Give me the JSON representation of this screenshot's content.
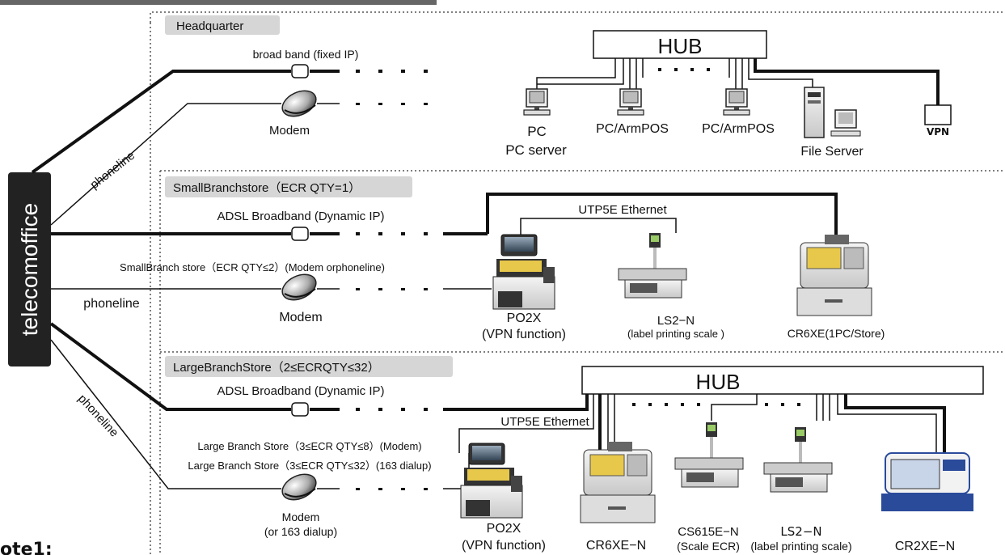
{
  "telecom": "telecomoffice",
  "headquarter": {
    "section_label": "Headquarter",
    "broadband_label": "broad band (fixed IP)",
    "modem_label": "Modem",
    "phoneline_label": "phoneline",
    "hub_label": "HUB",
    "pc_label": "PC",
    "pc_server_label": "PC server",
    "pos1_label": "PC/ArmPOS",
    "pos2_label": "PC/ArmPOS",
    "file_server_label": "File Server",
    "vpn_label": "VPN"
  },
  "small_branch": {
    "section_label": "SmallBranchstore（ECR QTY=1）",
    "adsl_label": "ADSL  Broadband (Dynamic IP)",
    "alt_label": "SmallBranch store（ECR QTY≤2）(Modem orphoneline)",
    "phoneline_label": "phoneline",
    "modem_label": "Modem",
    "utp_label": "UTP5E Ethernet",
    "po2x_label": "PO2X",
    "po2x_sub": "(VPN function)",
    "ls2_label": "LS2−N",
    "ls2_sub": "(label printing scale )",
    "cr6xe_label": "CR6XE(1PC/Store)"
  },
  "large_branch": {
    "section_label": "LargeBranchStore（2≤ECRQTY≤32）",
    "adsl_label": "ADSL  Broadband (Dynamic IP)",
    "phoneline_label": "phoneline",
    "alt_label_1": "Large Branch Store（3≤ECR QTY≤8）(Modem)",
    "alt_label_2": "Large Branch Store（3≤ECR QTY≤32）(163 dialup)",
    "modem_label": "Modem",
    "modem_sub": "(or 163 dialup)",
    "hub_label": "HUB",
    "utp_label": "UTP5E Ethernet",
    "po2x_label": "PO2X",
    "po2x_sub": "(VPN function)",
    "cr6xe_label": "CR6XE−N",
    "cs615_label": "CS615E−N",
    "cs615_sub": "(Scale ECR)",
    "ls2_label": "LS2−N",
    "ls2_sub": "(label printing scale)",
    "cr2xe_label": "CR2XE−N"
  },
  "note": "ote1:"
}
